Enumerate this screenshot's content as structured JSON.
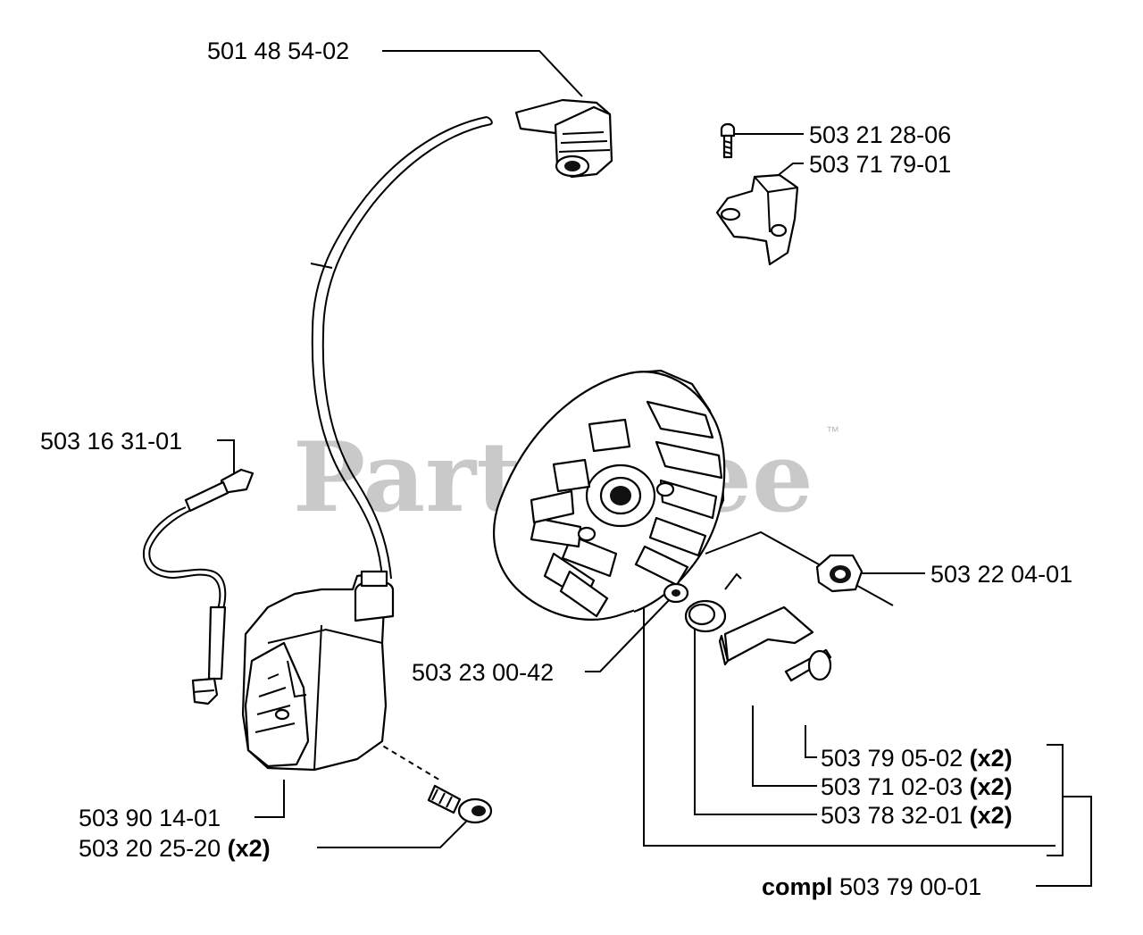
{
  "watermark": {
    "text": "PartsTree",
    "trademark": "™"
  },
  "labels": {
    "spark_plug_cap": "501 48 54-02",
    "screw_top": "503 21 28-06",
    "bracket": "503 71 79-01",
    "short_circuit_cable": "503 16 31-01",
    "nut": "503 22 04-01",
    "washer": "503 23 00-42",
    "pawl_screw": {
      "part": "503 79 05-02",
      "qty": "(x2)"
    },
    "pawl": {
      "part": "503 71 02-03",
      "qty": "(x2)"
    },
    "spring": {
      "part": "503 78 32-01",
      "qty": "(x2)"
    },
    "ignition_module": "503 90 14-01",
    "module_screw": {
      "part": "503 20 25-20",
      "qty": "(x2)"
    },
    "flywheel_complete": {
      "prefix": "compl",
      "part": "503 79 00-01"
    }
  }
}
